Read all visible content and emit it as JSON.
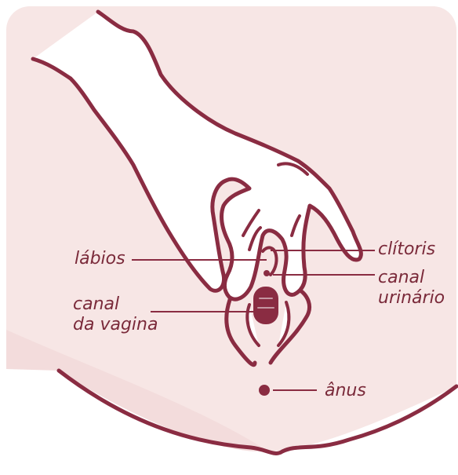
{
  "colors": {
    "background": "#f7e6e5",
    "lower_tone": "#f3dcdc",
    "outline": "#8a2c42",
    "fill": "#ffffff",
    "accent": "#8a2c42"
  },
  "labels": {
    "labios": "lábios",
    "clitoris": "clítoris",
    "canal_urinario": [
      "canal",
      "urinário"
    ],
    "canal_vagina": [
      "canal",
      "da vagina"
    ],
    "anus": "ânus"
  }
}
